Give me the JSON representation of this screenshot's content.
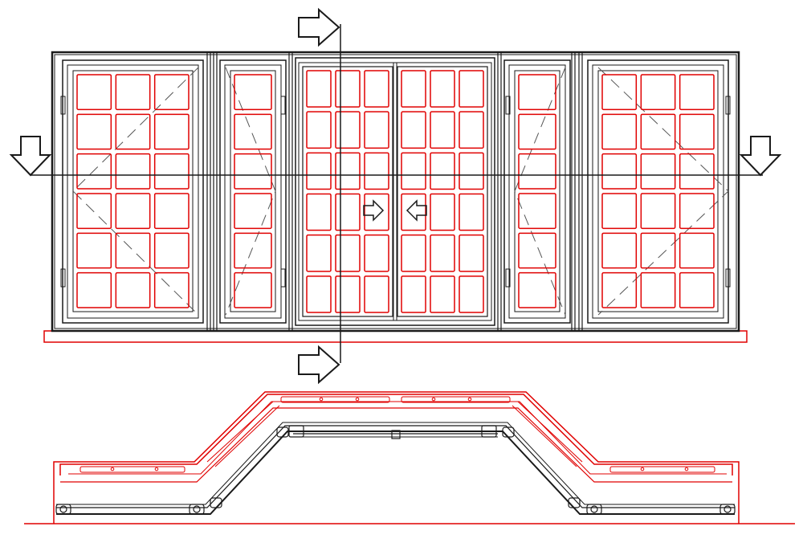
{
  "drawing": {
    "description_none": "",
    "views": [
      "elevation",
      "plan-section"
    ]
  },
  "colors": {
    "outline": "#1a1a1a",
    "glazing_bars": "#e00000",
    "swing_lines": "#555555",
    "background": "#ffffff"
  },
  "elevation": {
    "units": [
      {
        "name": "left-casement",
        "hinge": "left",
        "grid_cols": 3,
        "grid_rows": 6
      },
      {
        "name": "left-narrow-casement",
        "hinge": "right",
        "grid_cols": 1,
        "grid_rows": 6
      },
      {
        "name": "center-sliding-left-panel",
        "grid_cols": 3,
        "grid_rows": 6
      },
      {
        "name": "center-sliding-right-panel",
        "grid_cols": 3,
        "grid_rows": 6
      },
      {
        "name": "right-narrow-casement",
        "hinge": "left",
        "grid_cols": 1,
        "grid_rows": 6
      },
      {
        "name": "right-casement",
        "hinge": "right",
        "grid_cols": 3,
        "grid_rows": 6
      }
    ],
    "section_markers": [
      "horizontal-section-left-arrow",
      "horizontal-section-right-arrow",
      "vertical-section-top-arrow",
      "vertical-section-bottom-arrow"
    ],
    "slide_arrows": [
      "slide-right-arrow",
      "slide-left-arrow"
    ]
  }
}
